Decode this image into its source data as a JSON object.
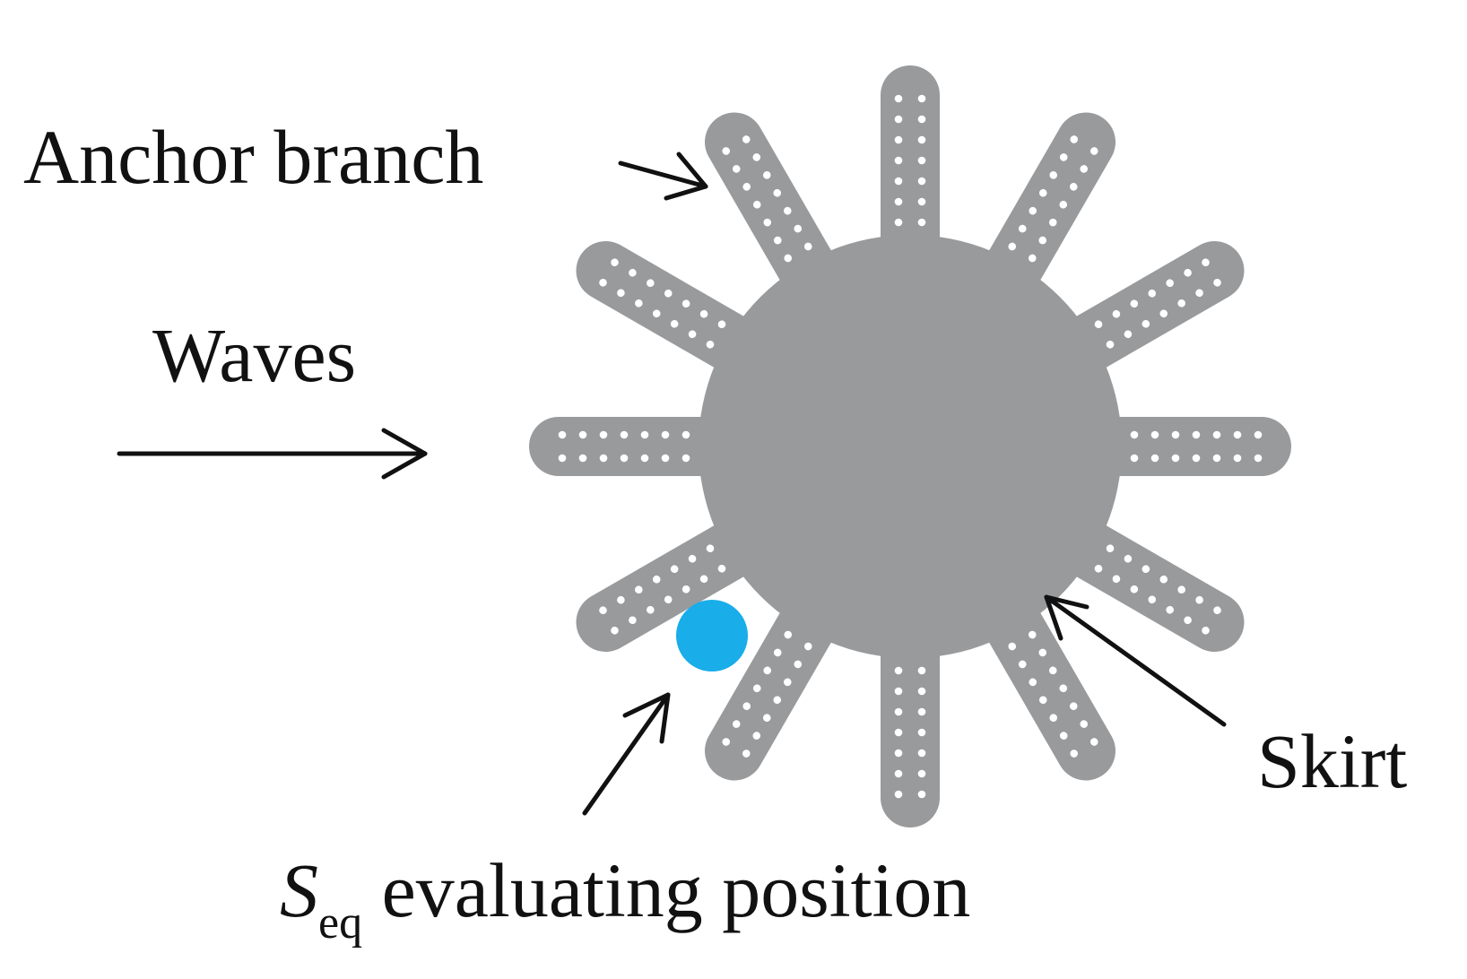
{
  "labels": {
    "anchor_branch": "Anchor branch",
    "waves": "Waves",
    "skirt": "Skirt",
    "seq_symbol": "S",
    "seq_subscript": "eq",
    "seq_rest": " evaluating position"
  },
  "colors": {
    "structure": "#999a9c",
    "hole": "#ffffff",
    "marker": "#19ade9",
    "ink": "#111111"
  },
  "structure": {
    "branch_count": 12
  }
}
